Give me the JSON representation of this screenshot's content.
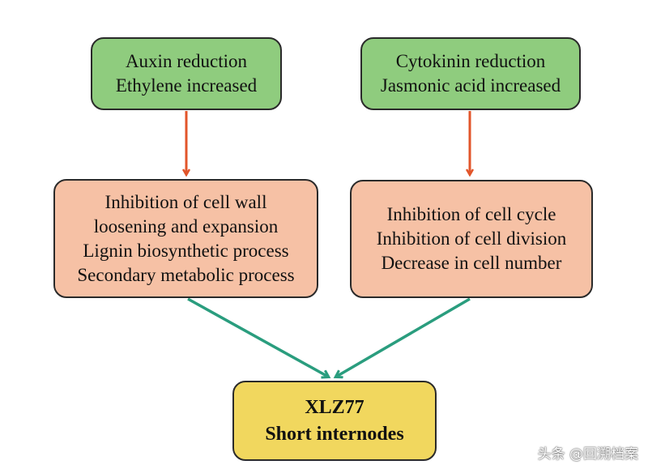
{
  "nodes": {
    "hormone_left": {
      "lines": [
        "Auxin reduction",
        "Ethylene increased"
      ]
    },
    "hormone_right": {
      "lines": [
        "Cytokinin reduction",
        "Jasmonic acid increased"
      ]
    },
    "process_left": {
      "lines": [
        "Inhibition of cell wall",
        "loosening and expansion",
        "Lignin biosynthetic process",
        "Secondary metabolic process"
      ]
    },
    "process_right": {
      "lines": [
        "Inhibition of cell cycle",
        "Inhibition of cell division",
        "Decrease in cell number"
      ]
    },
    "result": {
      "lines": [
        "XLZ77",
        "Short internodes"
      ]
    }
  },
  "colors": {
    "hormone_box": "#8fcc7e",
    "process_box": "#f6c1a5",
    "result_box": "#f1d75e",
    "orange_arrow": "#e2552a",
    "teal_arrow": "#2a9d7e"
  },
  "watermark": "头条 @回溯档案"
}
